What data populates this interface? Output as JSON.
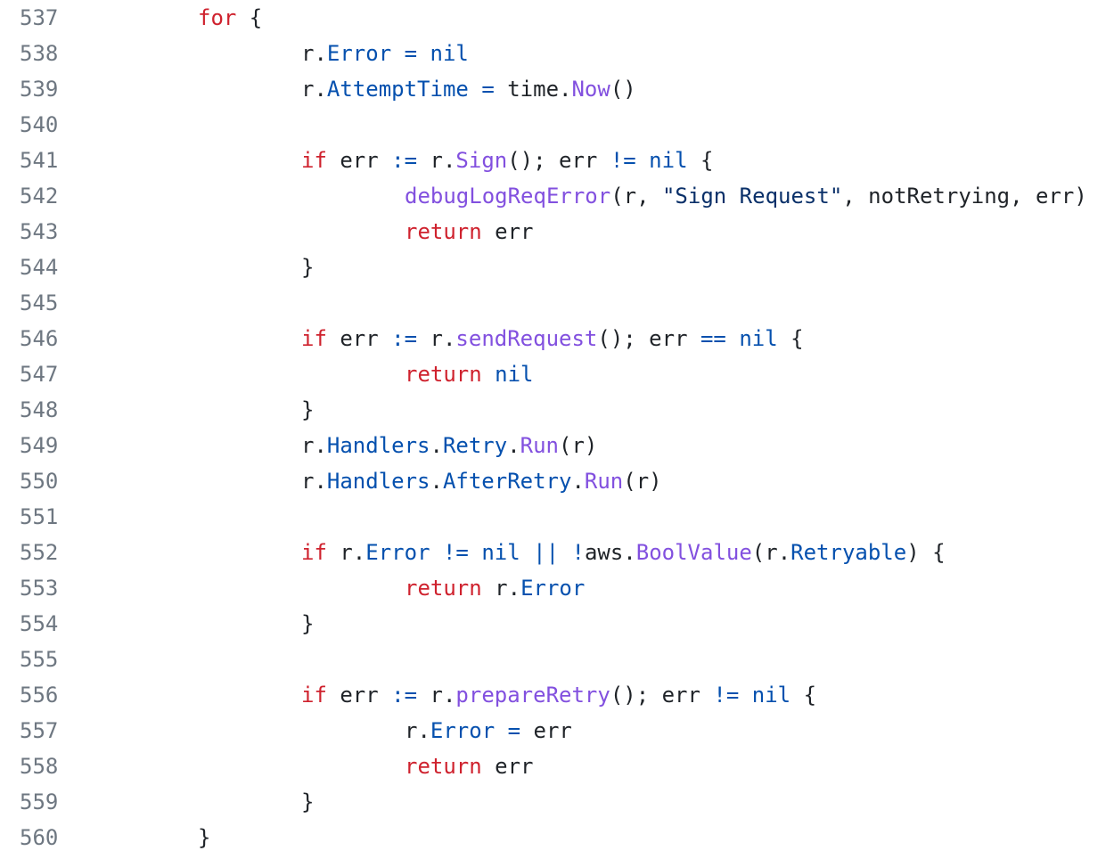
{
  "colors": {
    "background": "#ffffff",
    "line_number": "#6e7781",
    "plain": "#1f2328",
    "keyword": "#cf222e",
    "field_or_operator": "#0550ae",
    "function": "#8250df",
    "string": "#0a3069"
  },
  "lines": [
    {
      "number": "537",
      "indent": 0,
      "tokens": [
        {
          "t": "for",
          "k": "kw"
        },
        {
          "t": " {",
          "k": "plain"
        }
      ]
    },
    {
      "number": "538",
      "indent": 1,
      "tokens": [
        {
          "t": "r.",
          "k": "plain"
        },
        {
          "t": "Error",
          "k": "field"
        },
        {
          "t": " ",
          "k": "plain"
        },
        {
          "t": "=",
          "k": "field"
        },
        {
          "t": " ",
          "k": "plain"
        },
        {
          "t": "nil",
          "k": "field"
        }
      ]
    },
    {
      "number": "539",
      "indent": 1,
      "tokens": [
        {
          "t": "r.",
          "k": "plain"
        },
        {
          "t": "AttemptTime",
          "k": "field"
        },
        {
          "t": " ",
          "k": "plain"
        },
        {
          "t": "=",
          "k": "field"
        },
        {
          "t": " time.",
          "k": "plain"
        },
        {
          "t": "Now",
          "k": "fn"
        },
        {
          "t": "()",
          "k": "plain"
        }
      ]
    },
    {
      "number": "540",
      "indent": 0,
      "tokens": []
    },
    {
      "number": "541",
      "indent": 1,
      "tokens": [
        {
          "t": "if",
          "k": "kw"
        },
        {
          "t": " err ",
          "k": "plain"
        },
        {
          "t": ":=",
          "k": "field"
        },
        {
          "t": " r.",
          "k": "plain"
        },
        {
          "t": "Sign",
          "k": "fn"
        },
        {
          "t": "(); err ",
          "k": "plain"
        },
        {
          "t": "!=",
          "k": "field"
        },
        {
          "t": " ",
          "k": "plain"
        },
        {
          "t": "nil",
          "k": "field"
        },
        {
          "t": " {",
          "k": "plain"
        }
      ]
    },
    {
      "number": "542",
      "indent": 2,
      "tokens": [
        {
          "t": "debugLogReqError",
          "k": "fn"
        },
        {
          "t": "(r, ",
          "k": "plain"
        },
        {
          "t": "\"Sign Request\"",
          "k": "str"
        },
        {
          "t": ", notRetrying, err)",
          "k": "plain"
        }
      ]
    },
    {
      "number": "543",
      "indent": 2,
      "tokens": [
        {
          "t": "return",
          "k": "kw"
        },
        {
          "t": " err",
          "k": "plain"
        }
      ]
    },
    {
      "number": "544",
      "indent": 1,
      "tokens": [
        {
          "t": "}",
          "k": "plain"
        }
      ]
    },
    {
      "number": "545",
      "indent": 0,
      "tokens": []
    },
    {
      "number": "546",
      "indent": 1,
      "tokens": [
        {
          "t": "if",
          "k": "kw"
        },
        {
          "t": " err ",
          "k": "plain"
        },
        {
          "t": ":=",
          "k": "field"
        },
        {
          "t": " r.",
          "k": "plain"
        },
        {
          "t": "sendRequest",
          "k": "fn"
        },
        {
          "t": "(); err ",
          "k": "plain"
        },
        {
          "t": "==",
          "k": "field"
        },
        {
          "t": " ",
          "k": "plain"
        },
        {
          "t": "nil",
          "k": "field"
        },
        {
          "t": " {",
          "k": "plain"
        }
      ]
    },
    {
      "number": "547",
      "indent": 2,
      "tokens": [
        {
          "t": "return",
          "k": "kw"
        },
        {
          "t": " ",
          "k": "plain"
        },
        {
          "t": "nil",
          "k": "field"
        }
      ]
    },
    {
      "number": "548",
      "indent": 1,
      "tokens": [
        {
          "t": "}",
          "k": "plain"
        }
      ]
    },
    {
      "number": "549",
      "indent": 1,
      "tokens": [
        {
          "t": "r.",
          "k": "plain"
        },
        {
          "t": "Handlers",
          "k": "field"
        },
        {
          "t": ".",
          "k": "plain"
        },
        {
          "t": "Retry",
          "k": "field"
        },
        {
          "t": ".",
          "k": "plain"
        },
        {
          "t": "Run",
          "k": "fn"
        },
        {
          "t": "(r)",
          "k": "plain"
        }
      ]
    },
    {
      "number": "550",
      "indent": 1,
      "tokens": [
        {
          "t": "r.",
          "k": "plain"
        },
        {
          "t": "Handlers",
          "k": "field"
        },
        {
          "t": ".",
          "k": "plain"
        },
        {
          "t": "AfterRetry",
          "k": "field"
        },
        {
          "t": ".",
          "k": "plain"
        },
        {
          "t": "Run",
          "k": "fn"
        },
        {
          "t": "(r)",
          "k": "plain"
        }
      ]
    },
    {
      "number": "551",
      "indent": 0,
      "tokens": []
    },
    {
      "number": "552",
      "indent": 1,
      "tokens": [
        {
          "t": "if",
          "k": "kw"
        },
        {
          "t": " r.",
          "k": "plain"
        },
        {
          "t": "Error",
          "k": "field"
        },
        {
          "t": " ",
          "k": "plain"
        },
        {
          "t": "!=",
          "k": "field"
        },
        {
          "t": " ",
          "k": "plain"
        },
        {
          "t": "nil",
          "k": "field"
        },
        {
          "t": " ",
          "k": "plain"
        },
        {
          "t": "||",
          "k": "field"
        },
        {
          "t": " ",
          "k": "plain"
        },
        {
          "t": "!",
          "k": "field"
        },
        {
          "t": "aws.",
          "k": "plain"
        },
        {
          "t": "BoolValue",
          "k": "fn"
        },
        {
          "t": "(r.",
          "k": "plain"
        },
        {
          "t": "Retryable",
          "k": "field"
        },
        {
          "t": ") {",
          "k": "plain"
        }
      ]
    },
    {
      "number": "553",
      "indent": 2,
      "tokens": [
        {
          "t": "return",
          "k": "kw"
        },
        {
          "t": " r.",
          "k": "plain"
        },
        {
          "t": "Error",
          "k": "field"
        }
      ]
    },
    {
      "number": "554",
      "indent": 1,
      "tokens": [
        {
          "t": "}",
          "k": "plain"
        }
      ]
    },
    {
      "number": "555",
      "indent": 0,
      "tokens": []
    },
    {
      "number": "556",
      "indent": 1,
      "tokens": [
        {
          "t": "if",
          "k": "kw"
        },
        {
          "t": " err ",
          "k": "plain"
        },
        {
          "t": ":=",
          "k": "field"
        },
        {
          "t": " r.",
          "k": "plain"
        },
        {
          "t": "prepareRetry",
          "k": "fn"
        },
        {
          "t": "(); err ",
          "k": "plain"
        },
        {
          "t": "!=",
          "k": "field"
        },
        {
          "t": " ",
          "k": "plain"
        },
        {
          "t": "nil",
          "k": "field"
        },
        {
          "t": " {",
          "k": "plain"
        }
      ]
    },
    {
      "number": "557",
      "indent": 2,
      "tokens": [
        {
          "t": "r.",
          "k": "plain"
        },
        {
          "t": "Error",
          "k": "field"
        },
        {
          "t": " ",
          "k": "plain"
        },
        {
          "t": "=",
          "k": "field"
        },
        {
          "t": " err",
          "k": "plain"
        }
      ]
    },
    {
      "number": "558",
      "indent": 2,
      "tokens": [
        {
          "t": "return",
          "k": "kw"
        },
        {
          "t": " err",
          "k": "plain"
        }
      ]
    },
    {
      "number": "559",
      "indent": 1,
      "tokens": [
        {
          "t": "}",
          "k": "plain"
        }
      ]
    },
    {
      "number": "560",
      "indent": 0,
      "tokens": [
        {
          "t": "}",
          "k": "plain"
        }
      ]
    }
  ]
}
